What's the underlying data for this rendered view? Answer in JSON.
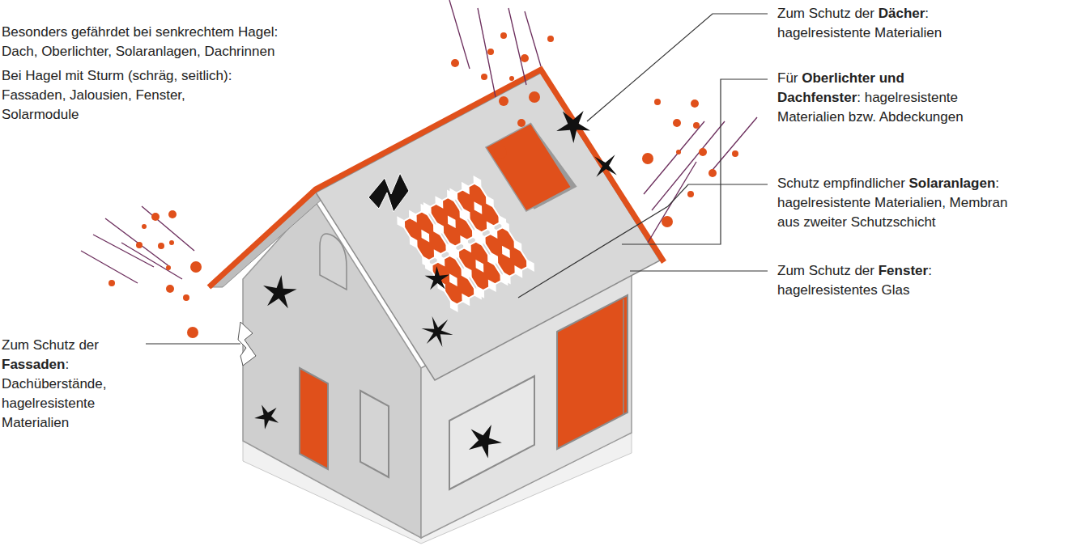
{
  "diagram": {
    "labels": [
      "Besonders gefährdet bei senkrechtem Hagel: Dach, Oberlichter, Solaranlagen, Dachrinnen",
      "Bei Hagel mit Sturm (schräg, seitlich): Fassaden, Jalousien, Fenster, Solarmodule",
      "Zum Schutz der Fassaden: Dachüberstände, hagelresistente Materialien",
      "Zum Schutz der Dächer: hagelresistente Materialien",
      "Für Oberlichter und Dachfenster: hagelresistente Materialien bzw. Abdeckungen",
      "Schutz empfindlicher Solaranlagen: hagelresistente Materialien, Membran aus zweiter Schutzschicht",
      "Zum Schutz der Fenster: hagelresistentes Glas"
    ]
  }
}
